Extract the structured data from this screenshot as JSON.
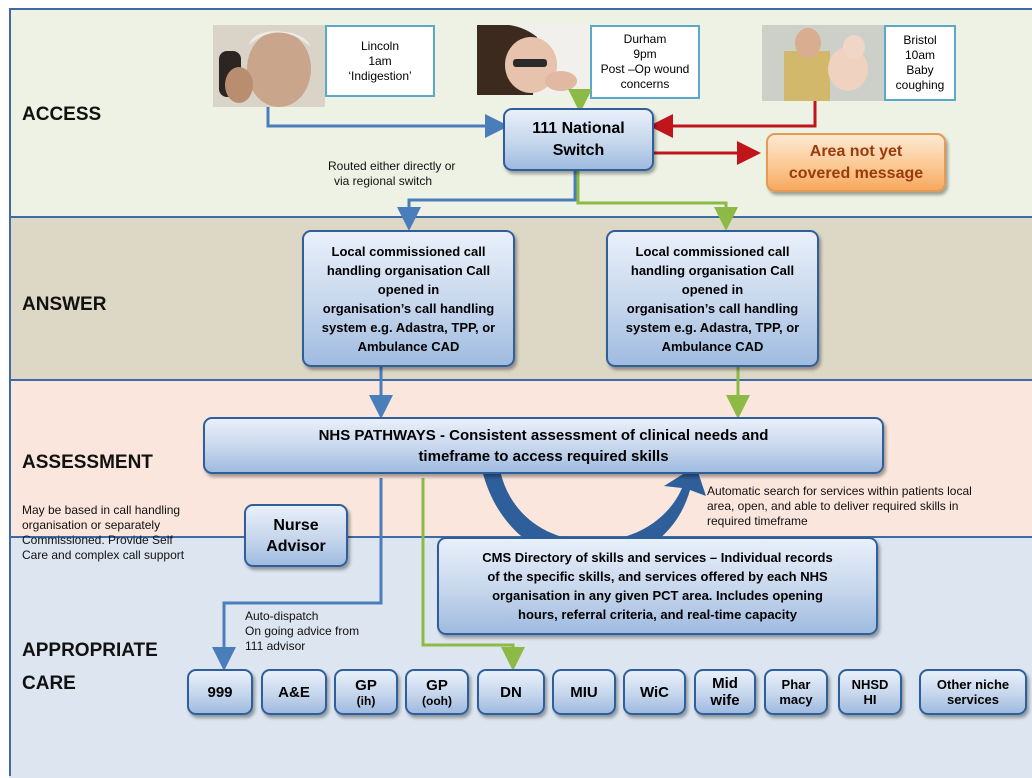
{
  "bands": {
    "access": "ACCESS",
    "answer": "ANSWER",
    "assessment": "ASSESSMENT",
    "care_line1": "APPROPRIATE",
    "care_line2": "CARE"
  },
  "colors": {
    "access_band": "#eef2e4",
    "answer_band": "#ddd7c6",
    "assessment_band": "#fae6dc",
    "care_band": "#dce5f0",
    "blue_arrow": "#4a7ebb",
    "green_arrow": "#8dba46",
    "red_arrow": "#c0161b"
  },
  "callers": [
    {
      "lines": [
        "Lincoln",
        "1am",
        "‘Indigestion’"
      ]
    },
    {
      "lines": [
        "Durham",
        "9pm",
        "Post –Op wound",
        "concerns"
      ]
    },
    {
      "lines": [
        "Bristol",
        "10am",
        "Baby",
        "coughing"
      ]
    }
  ],
  "switch": {
    "line1": "111 National",
    "line2": "Switch"
  },
  "area_msg": {
    "line1": "Area not yet",
    "line2": "covered message"
  },
  "routing_note": {
    "line1": "Routed either directly or",
    "line2": "via regional switch"
  },
  "call_handling": {
    "lines": [
      "Local commissioned call",
      "handling organisation Call",
      "opened in",
      "organisation’s call handling",
      "system e.g. Adastra, TPP, or",
      "Ambulance CAD"
    ]
  },
  "pathways": {
    "line1": "NHS PATHWAYS - Consistent assessment of clinical needs and",
    "line2": "timeframe to access required skills"
  },
  "auto_search": {
    "lines": [
      "Automatic search for services within patients local",
      "area, open, and able to deliver required skills in",
      "required timeframe"
    ]
  },
  "nurse_note": {
    "lines": [
      "May be based in call handling",
      "organisation or separately",
      "Commissioned.  Provide Self",
      "Care and complex call support"
    ]
  },
  "nurse": {
    "line1": "Nurse",
    "line2": "Advisor"
  },
  "cms": {
    "lines": [
      "CMS Directory of skills and services – Individual records",
      "of the specific skills, and services offered by each NHS",
      "organisation in any given PCT area.  Includes opening",
      "hours, referral criteria, and real-time capacity"
    ]
  },
  "dispatch_note": {
    "lines": [
      "Auto-dispatch",
      "On going advice from",
      "111 advisor"
    ]
  },
  "services": [
    {
      "main": "999",
      "sub": ""
    },
    {
      "main": "A&E",
      "sub": ""
    },
    {
      "main": "GP",
      "sub": "(ih)"
    },
    {
      "main": "GP",
      "sub": "(ooh)"
    },
    {
      "main": "DN",
      "sub": ""
    },
    {
      "main": "MIU",
      "sub": ""
    },
    {
      "main": "WiC",
      "sub": ""
    },
    {
      "main": "Mid",
      "sub": "wife"
    },
    {
      "main": "Phar",
      "sub": "macy"
    },
    {
      "main": "NHSD",
      "sub": "HI"
    },
    {
      "main": "Other niche",
      "sub": "services"
    }
  ]
}
